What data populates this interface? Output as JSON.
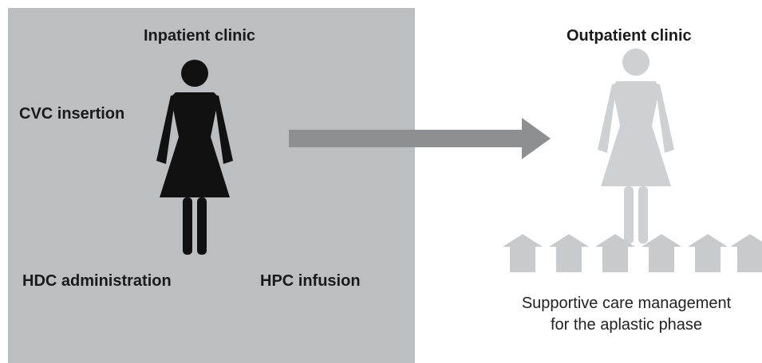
{
  "inpatient": {
    "title": "Inpatient clinic",
    "steps": {
      "cvc": "CVC insertion",
      "hdc": "HDC administration",
      "hpc": "HPC infusion"
    },
    "box_color": "#bdbec0",
    "figure_color": "#111111"
  },
  "outpatient": {
    "title": "Outpatient clinic",
    "caption_line1": "Supportive care management",
    "caption_line2": "for the aplastic phase",
    "figure_color": "#cfd0d1",
    "house_color": "#c9cacb"
  },
  "arrow": {
    "color": "#8e8f91"
  },
  "icons": [
    "woman-figure-icon",
    "arrow-right-icon",
    "house-icon"
  ]
}
